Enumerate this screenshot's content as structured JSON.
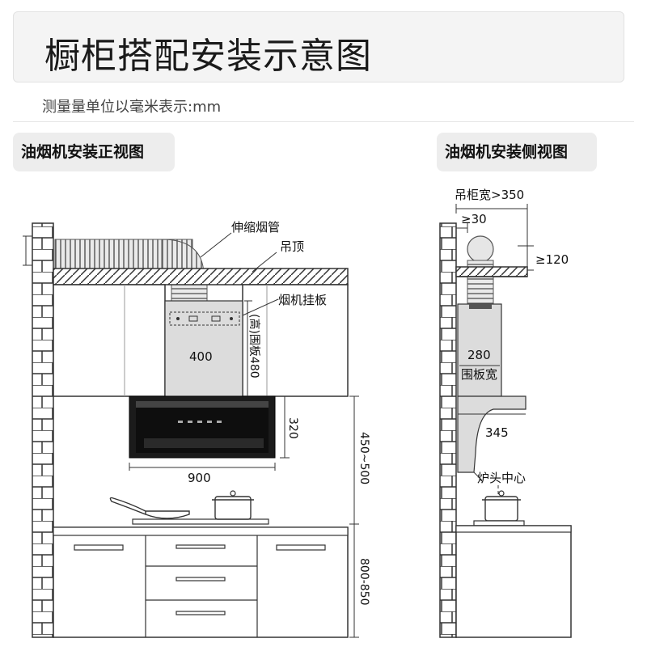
{
  "title": "橱柜搭配安装示意图",
  "subtitle": "测量量单位以毫米表示:mm",
  "front_view": {
    "tag": "油烟机安装正视图",
    "labels": {
      "duct": "伸缩烟管",
      "ceiling": "吊顶",
      "hanger": "烟机挂板",
      "panel_width": "400",
      "panel_height": "(高)围板480",
      "hood_height": "320",
      "hood_width": "900",
      "hood_to_counter": "450~500",
      "counter_height": "800-850"
    }
  },
  "side_view": {
    "tag": "油烟机安装侧视图",
    "labels": {
      "cabinet_width": "吊柜宽>350",
      "min_gap": "≥30",
      "min_top": "≥120",
      "panel_width": "280",
      "panel_caption": "围板宽",
      "hood_depth": "345",
      "burner_center": "炉头中心"
    }
  }
}
